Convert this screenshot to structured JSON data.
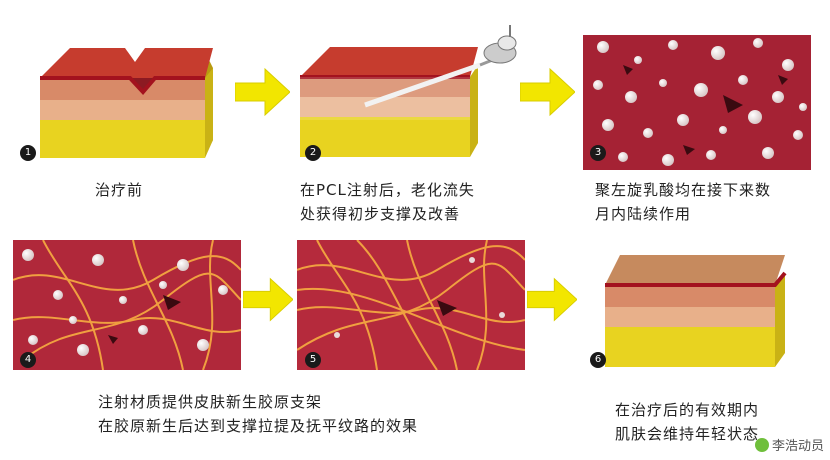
{
  "steps": [
    {
      "number": "1",
      "caption_lines": [
        "治疗前"
      ]
    },
    {
      "number": "2",
      "caption_lines": [
        "在PCL注射后，老化流失",
        "处获得初步支撑及改善"
      ]
    },
    {
      "number": "3",
      "caption_lines": [
        "聚左旋乳酸均在接下来数",
        "月内陆续作用"
      ]
    },
    {
      "number": "4",
      "caption_lines": [
        "注射材质提供皮肤新生胶原支架",
        "在胶原新生后达到支撑拉提及抚平纹路的效果"
      ]
    },
    {
      "number": "5",
      "caption_lines": []
    },
    {
      "number": "6",
      "caption_lines": [
        "在治疗后的有效期内",
        "肌肤会维持年轻状态"
      ]
    }
  ],
  "watermark": "李浩动员",
  "colors": {
    "arrow": "#f2e600",
    "skin_top": "#c41e2a",
    "skin_mid": "#e0a07a",
    "skin_fat": "#e8d320",
    "tissue": "#9e1c2c"
  },
  "icons": {
    "arrow": "right-arrow-icon",
    "syringe": "syringe-icon",
    "watermark_logo": "wechat-logo-icon"
  }
}
